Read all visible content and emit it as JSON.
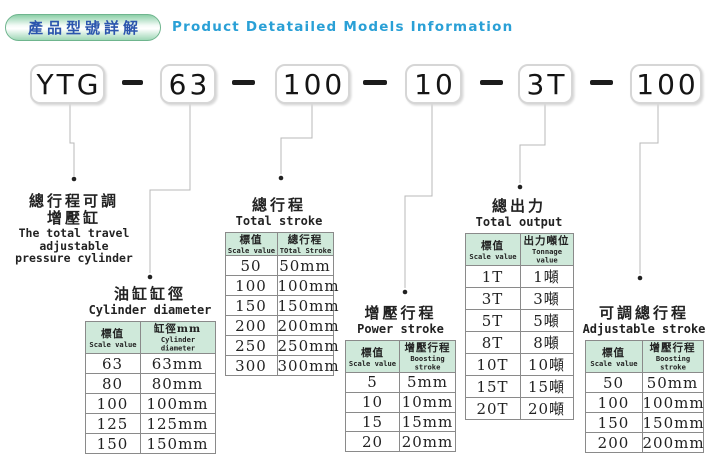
{
  "header": {
    "badge_zh": "產品型號詳解",
    "title_en": "Product Detatailed Models Information"
  },
  "model": {
    "segments": [
      "YTG",
      "63",
      "100",
      "10",
      "3T",
      "100"
    ]
  },
  "cylinder_label": {
    "zh1": "總行程可調",
    "zh2": "增壓缸",
    "en1": "The total travel",
    "en2": "adjustable",
    "en3": "pressure cylinder"
  },
  "tables": [
    {
      "title_zh": "油缸缸徑",
      "title_en": "Cylinder diameter",
      "col1": {
        "zh": "標值",
        "en": "Scale value"
      },
      "col2": {
        "zh": "缸徑mm",
        "en": "Cylinder diameter"
      },
      "rows": [
        [
          "63",
          "63mm"
        ],
        [
          "80",
          "80mm"
        ],
        [
          "100",
          "100mm"
        ],
        [
          "125",
          "125mm"
        ],
        [
          "150",
          "150mm"
        ]
      ]
    },
    {
      "title_zh": "總行程",
      "title_en": "Total stroke",
      "col1": {
        "zh": "標值",
        "en": "Scale value"
      },
      "col2": {
        "zh": "總行程",
        "en": "TOtal Stroke"
      },
      "rows": [
        [
          "50",
          "50mm"
        ],
        [
          "100",
          "100mm"
        ],
        [
          "150",
          "150mm"
        ],
        [
          "200",
          "200mm"
        ],
        [
          "250",
          "250mm"
        ],
        [
          "300",
          "300mm"
        ]
      ]
    },
    {
      "title_zh": "增壓行程",
      "title_en": "Power stroke",
      "col1": {
        "zh": "標值",
        "en": "Scale value"
      },
      "col2": {
        "zh": "增壓行程",
        "en": "Boosting stroke"
      },
      "rows": [
        [
          "5",
          "5mm"
        ],
        [
          "10",
          "10mm"
        ],
        [
          "15",
          "15mm"
        ],
        [
          "20",
          "20mm"
        ]
      ]
    },
    {
      "title_zh": "總出力",
      "title_en": "Total output",
      "col1": {
        "zh": "標值",
        "en": "Scale value"
      },
      "col2": {
        "zh": "出力噸位",
        "en": "Tonnage value"
      },
      "rows": [
        [
          "1T",
          "1噸"
        ],
        [
          "3T",
          "3噸"
        ],
        [
          "5T",
          "5噸"
        ],
        [
          "8T",
          "8噸"
        ],
        [
          "10T",
          "10噸"
        ],
        [
          "15T",
          "15噸"
        ],
        [
          "20T",
          "20噸"
        ]
      ]
    },
    {
      "title_zh": "可調總行程",
      "title_en": "Adjustable stroke",
      "col1": {
        "zh": "標值",
        "en": "Scale value"
      },
      "col2": {
        "zh": "增壓行程",
        "en": "Boosting stroke"
      },
      "rows": [
        [
          "50",
          "50mm"
        ],
        [
          "100",
          "100mm"
        ],
        [
          "150",
          "150mm"
        ],
        [
          "200",
          "200mm"
        ]
      ]
    }
  ],
  "colors": {
    "title_blue": "#2aa0d6",
    "badge_text_blue": "#2b55ad",
    "table_header_green": "#cfe9da",
    "table_border_gray": "#8a8a8a",
    "connector_gray": "#b8b8b8"
  }
}
